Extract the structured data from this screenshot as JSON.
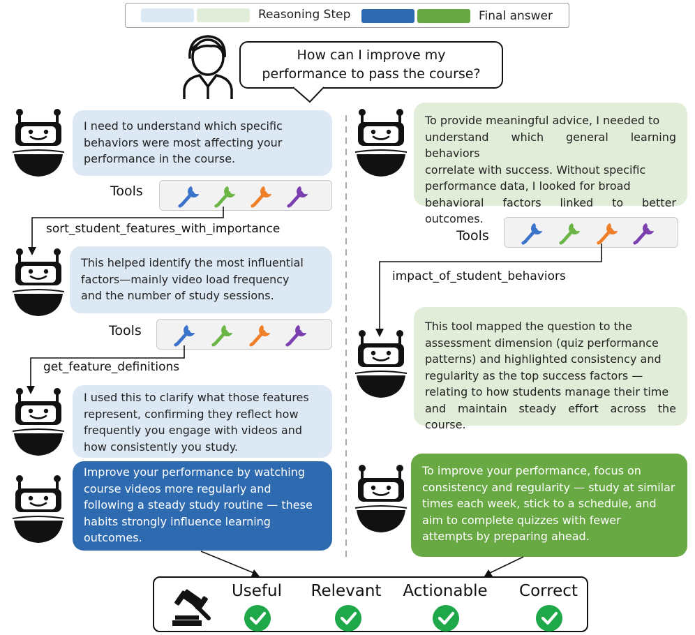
{
  "legend": {
    "reasoning_label": "Reasoning Step",
    "final_label": "Final answer",
    "colors": {
      "reasoning_blue": "#dce8f4",
      "reasoning_green": "#e1edd8",
      "final_blue": "#2e6ab0",
      "final_green": "#68a943"
    }
  },
  "question": {
    "line1": "How can I improve my",
    "line2": "performance to pass the course?"
  },
  "left": {
    "step1": [
      "I need to understand which specific",
      "behaviors were most affecting your",
      "performance in the course."
    ],
    "tools1_label": "Tools",
    "tool1_selected": "sort_student_features_with_importance",
    "step2": [
      "This helped identify the most influential",
      "factors—mainly video load frequency",
      "and the number of study sessions."
    ],
    "tools2_label": "Tools",
    "tool2_selected": "get_feature_definitions",
    "step3": [
      "I used this to clarify what those features",
      "represent, confirming they reflect how",
      "frequently you engage with videos and",
      "how consistently you study."
    ],
    "final": [
      "Improve your performance by watching",
      "course videos more regularly and",
      "following a steady study routine — these",
      "habits strongly influence learning",
      "outcomes."
    ]
  },
  "right": {
    "step1": [
      "To provide meaningful advice, I needed to",
      "understand which general learning behaviors",
      "correlate with success. Without specific",
      "performance data, I looked for broad",
      "behavioral factors linked to better outcomes."
    ],
    "tools_label": "Tools",
    "tool_selected": "impact_of_student_behaviors",
    "step2": [
      "This tool mapped the question to the",
      "assessment dimension (quiz performance",
      "patterns) and highlighted consistency and",
      "regularity as the top success factors —",
      "relating to how students manage their time",
      "and maintain steady effort across the course."
    ],
    "final": [
      "To improve your performance, focus on",
      "consistency and regularity — study at similar",
      "times each week, stick to a schedule, and",
      "aim to complete quizzes with fewer",
      "attempts by preparing ahead."
    ]
  },
  "verdict": {
    "criteria": [
      "Useful",
      "Relevant",
      "Actionable",
      "Correct"
    ],
    "check_color": "#1fa84a"
  },
  "wrench_colors": [
    "#3a73c9",
    "#6ab546",
    "#f07f2a",
    "#7b3fb0"
  ],
  "icons": {
    "user": "user-icon",
    "robot": "robot-icon",
    "tool": "wrench-icon",
    "judge": "gavel-icon",
    "check": "check-circle-icon"
  }
}
